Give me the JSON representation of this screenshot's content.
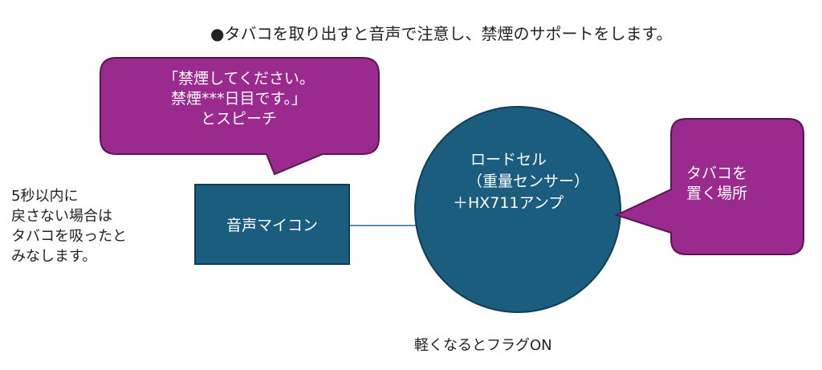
{
  "title": "●タバコを取り出すと音声で注意し、禁煙のサポートをします。",
  "speech_bubble": {
    "lines": [
      "「禁煙してください。",
      "禁煙***日目です。」",
      "とスピーチ"
    ],
    "color": "#9b2a8e"
  },
  "place_bubble": {
    "lines": [
      "タバコを",
      "置く場所"
    ],
    "color": "#9b2a8e"
  },
  "mcu_box": {
    "label": "音声マイコン",
    "color": "#1a5d7e"
  },
  "load_cell": {
    "lines": [
      "ロードセル",
      "（重量センサー）",
      "＋HX711アンプ"
    ],
    "color": "#1a5d7e"
  },
  "left_note": {
    "lines": [
      "5秒以内に",
      "戻さない場合は",
      "タバコを吸ったと",
      "みなします。"
    ]
  },
  "bottom_note": "軽くなるとフラグON"
}
